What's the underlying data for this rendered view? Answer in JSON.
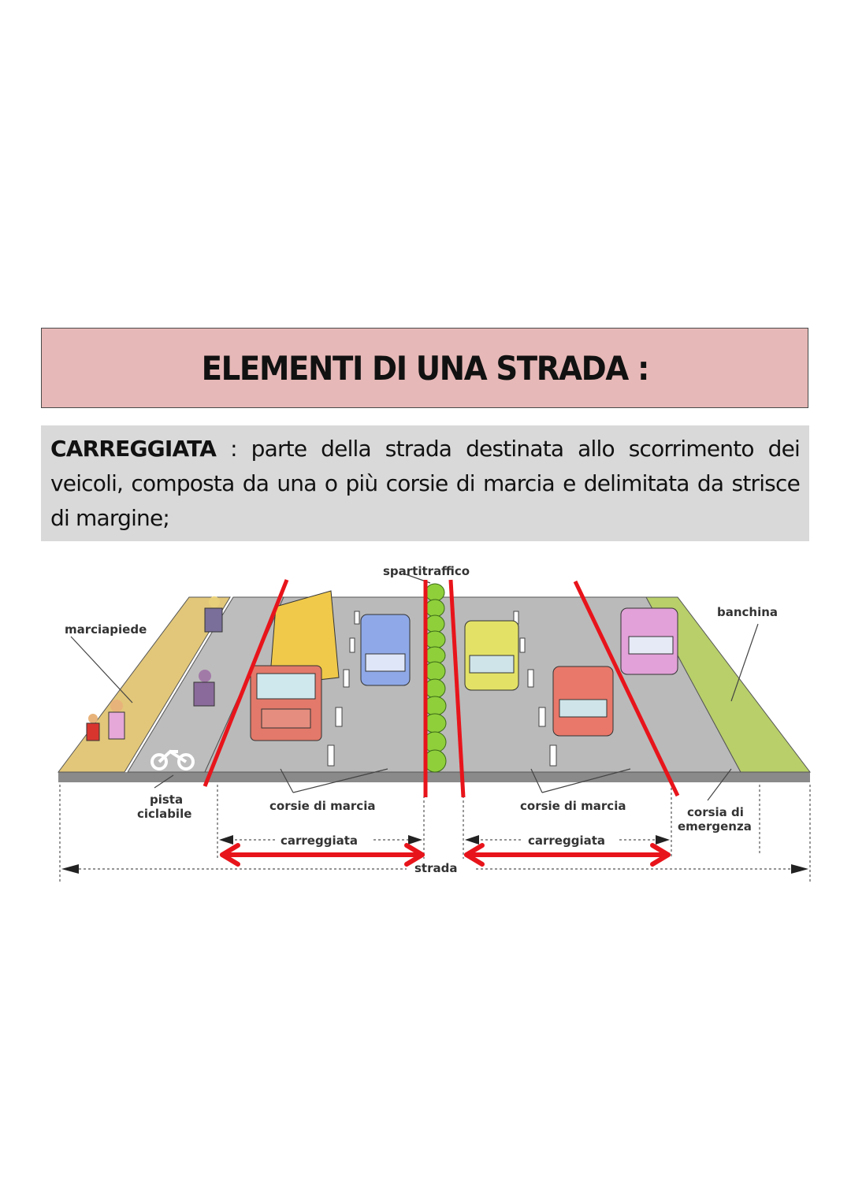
{
  "header": {
    "title": "ELEMENTI DI UNA STRADA :"
  },
  "definition": {
    "term": "CARREGGIATA",
    "separator": " : ",
    "text": "parte della strada destinata allo scorrimento dei veicoli, composta da una o più corsie di marcia e delimitata da strisce di margine;"
  },
  "diagram": {
    "labels": {
      "spartitraffico": "spartitraffico",
      "marciapiede": "marciapiede",
      "banchina": "banchina",
      "pista_line1": "pista",
      "pista_line2": "ciclabile",
      "corsie_left": "corsie di marcia",
      "corsie_right": "corsie di marcia",
      "emergenza_line1": "corsia di",
      "emergenza_line2": "emergenza",
      "carreggiata_left": "carreggiata",
      "carreggiata_right": "carreggiata",
      "strada": "strada"
    },
    "colors": {
      "highlight_red": "#e8141b",
      "road": "#b9b9b9",
      "sidewalk": "#e2c77a",
      "shoulder": "#b8cf6a",
      "median": "#8fcf3a"
    }
  }
}
